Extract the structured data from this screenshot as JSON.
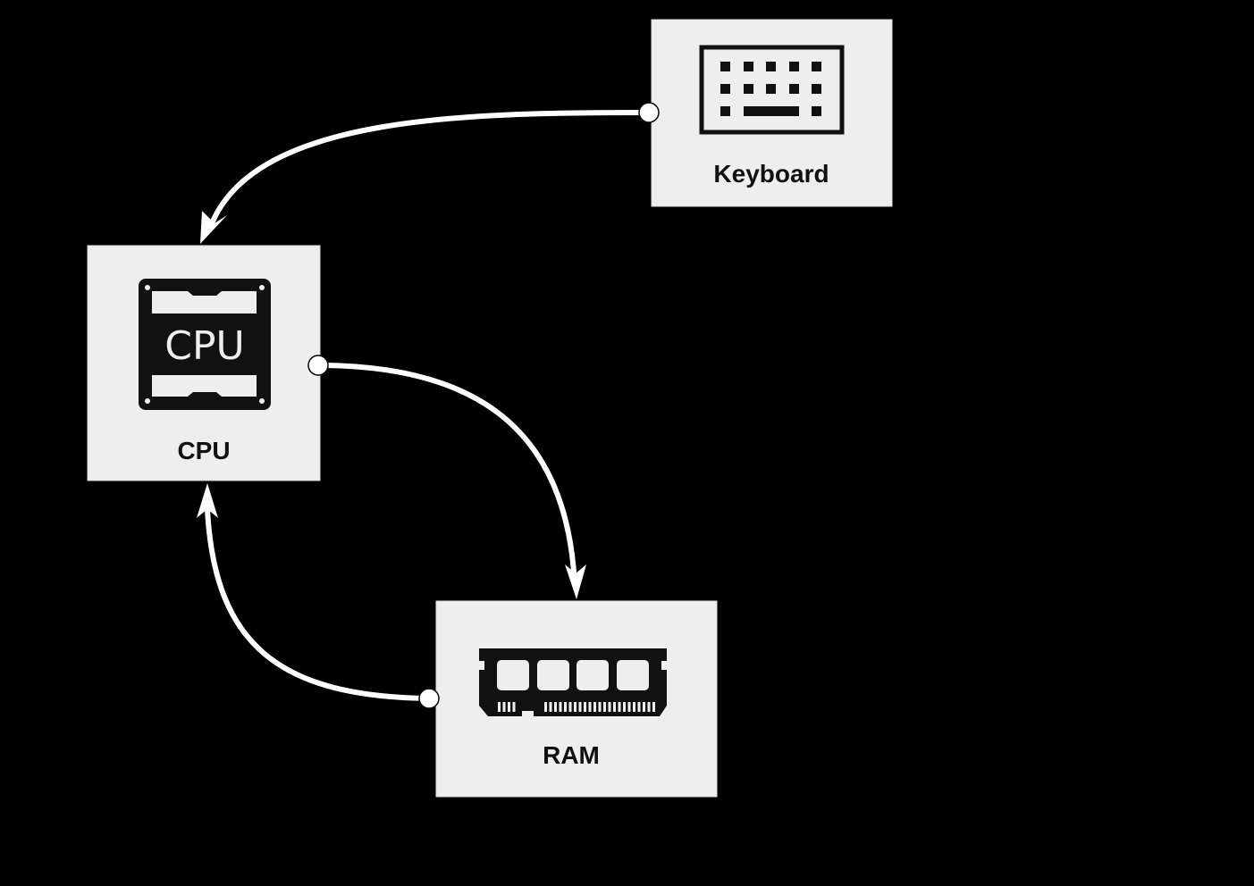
{
  "colors": {
    "background": "#000000",
    "node_fill": "#eeeeee",
    "edge": "#ffffff",
    "icon": "#111111"
  },
  "nodes": {
    "keyboard": {
      "label": "Keyboard",
      "icon": "keyboard-icon"
    },
    "cpu": {
      "label": "CPU",
      "icon": "cpu-chip-icon",
      "icon_text": "CPU"
    },
    "ram": {
      "label": "RAM",
      "icon": "ram-module-icon"
    }
  },
  "edges": [
    {
      "from": "keyboard",
      "to": "cpu"
    },
    {
      "from": "cpu",
      "to": "ram"
    },
    {
      "from": "ram",
      "to": "cpu"
    }
  ]
}
